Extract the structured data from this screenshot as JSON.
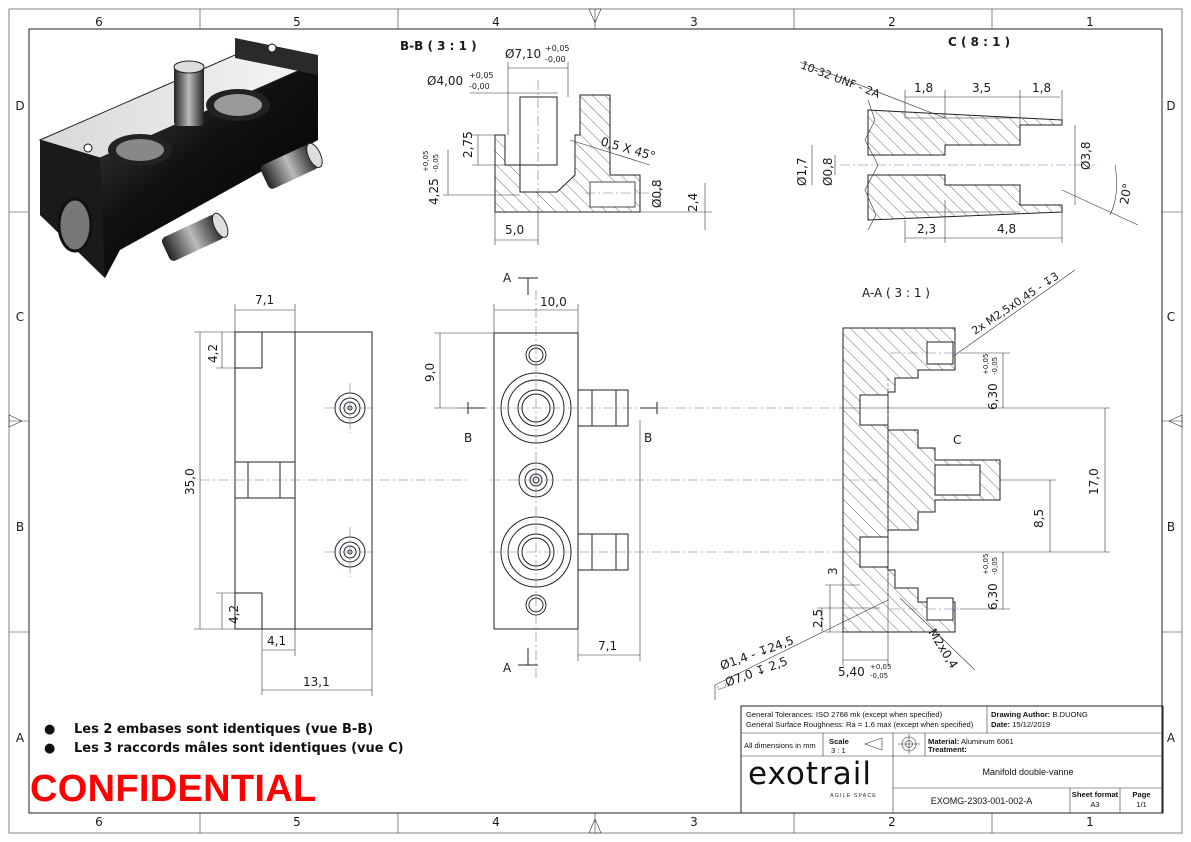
{
  "grid": {
    "columns": [
      "6",
      "5",
      "4",
      "3",
      "2",
      "1"
    ],
    "rows": [
      "D",
      "C",
      "B",
      "A"
    ]
  },
  "views": {
    "bb": {
      "title": "B-B ( 3 : 1 )",
      "d1": "Ø7,10",
      "d1_tol": [
        "+0,05",
        "-0,00"
      ],
      "d2": "Ø4,00",
      "d2_tol": [
        "+0,05",
        "-0,00"
      ],
      "h1": "2,75",
      "h2": "4,25",
      "h2_tol": [
        "+0,05",
        "-0,05"
      ],
      "chamfer": "0,5 X 45°",
      "d3": "Ø0,8",
      "h3": "2,4",
      "w1": "5,0"
    },
    "c": {
      "title": "C ( 8 : 1 )",
      "thread": "10-32 UNF - 2A",
      "w1": "1,8",
      "w2": "3,5",
      "w3": "1,8",
      "d1": "Ø1,7",
      "d2": "Ø0,8",
      "d3": "Ø3,8",
      "angle": "20°",
      "w4": "2,3",
      "w5": "4,8"
    },
    "side": {
      "w": "7,1",
      "h_top": "4,2",
      "h_total": "35,0",
      "h_bot": "4,2",
      "w2": "4,1",
      "w3": "13,1"
    },
    "front": {
      "cut_a": "A",
      "cut_b": "B",
      "width": "10,0",
      "h1": "9,0",
      "w_right": "7,1"
    },
    "aa": {
      "title": "A-A ( 3 : 1 )",
      "holes": "2x M2,5x0,45 - ↧3",
      "top_dim": "6,30",
      "top_tol": [
        "+0,05",
        "-0,05"
      ],
      "label_c": "C",
      "h_total": "17,0",
      "h_mid": "8,5",
      "bot_dim": "6,30",
      "bot_tol": [
        "+0,05",
        "-0,05"
      ],
      "side_3": "3",
      "side_25": "2,5",
      "bore1": "Ø1,4 - ↧24,5",
      "bore2": "⌴Ø7,0 ↧ 2,5",
      "w_bottom": "5,40",
      "w_bottom_tol": [
        "+0,05",
        "-0,05"
      ],
      "thread": "M2x0,4"
    }
  },
  "notes": [
    "Les 2 embases sont identiques (vue B-B)",
    "Les 3 raccords mâles sont identiques (vue C)"
  ],
  "confidential": "CONFIDENTIAL",
  "title_block": {
    "tol_line1": "General Tolerances: ISO  2768 mk (except when specified)",
    "tol_line2": "General Surface Roughness: Ra = 1.6 max (except when specified)",
    "author_label": "Drawing Author:",
    "author": "B.DUONG",
    "date_label": "Date:",
    "date": "15/12/2019",
    "dims_note": "All dimensions in mm",
    "scale_label": "Scale",
    "scale": "3 : 1",
    "material_label": "Material:",
    "material": "Aluminum 6061",
    "treatment_label": "Treatment:",
    "treatment": "",
    "logo": "exotrail",
    "tagline": "AGILE SPACE",
    "part_name": "Manifold double-vanne",
    "drawing_no": "EXOMG-2303-001-002-A",
    "sheet_format_label": "Sheet format",
    "sheet_format": "A3",
    "page_label": "Page",
    "page": "1/1"
  }
}
